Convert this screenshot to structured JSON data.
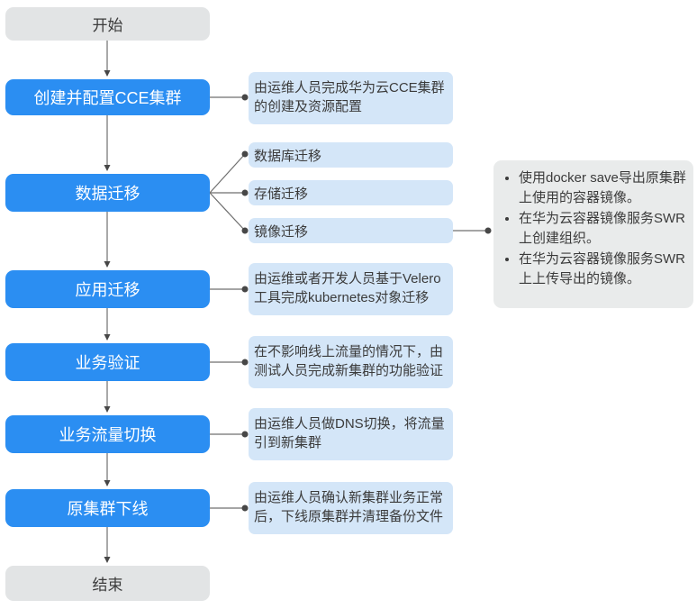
{
  "palette": {
    "step_blue": "#2B8EF2",
    "description_light_blue": "#D4E6F8",
    "terminal_gray": "#E2E4E5",
    "note_gray": "#E9EBEB",
    "connector_line": "#6F6F6F",
    "connector_dot": "#474747",
    "text_dark": "#3B3B3B",
    "text_white": "#FFFFFF"
  },
  "flow": {
    "start_label": "开始",
    "end_label": "结束",
    "steps": [
      {
        "label": "创建并配置CCE集群",
        "description": "由运维人员完成华为云CCE集群的创建及资源配置"
      },
      {
        "label": "数据迁移",
        "substeps": [
          "数据库迁移",
          "存储迁移",
          "镜像迁移"
        ]
      },
      {
        "label": "应用迁移",
        "description": "由运维或者开发人员基于Velero工具完成kubernetes对象迁移"
      },
      {
        "label": "业务验证",
        "description": "在不影响线上流量的情况下，由测试人员完成新集群的功能验证"
      },
      {
        "label": "业务流量切换",
        "description": "由运维人员做DNS切换，将流量引到新集群"
      },
      {
        "label": "原集群下线",
        "description": "由运维人员确认新集群业务正常后，下线原集群并清理备份文件"
      }
    ]
  },
  "note": {
    "items": [
      "使用docker save导出原集群上使用的容器镜像。",
      "在华为云容器镜像服务SWR上创建组织。",
      "在华为云容器镜像服务SWR上上传导出的镜像。"
    ]
  }
}
